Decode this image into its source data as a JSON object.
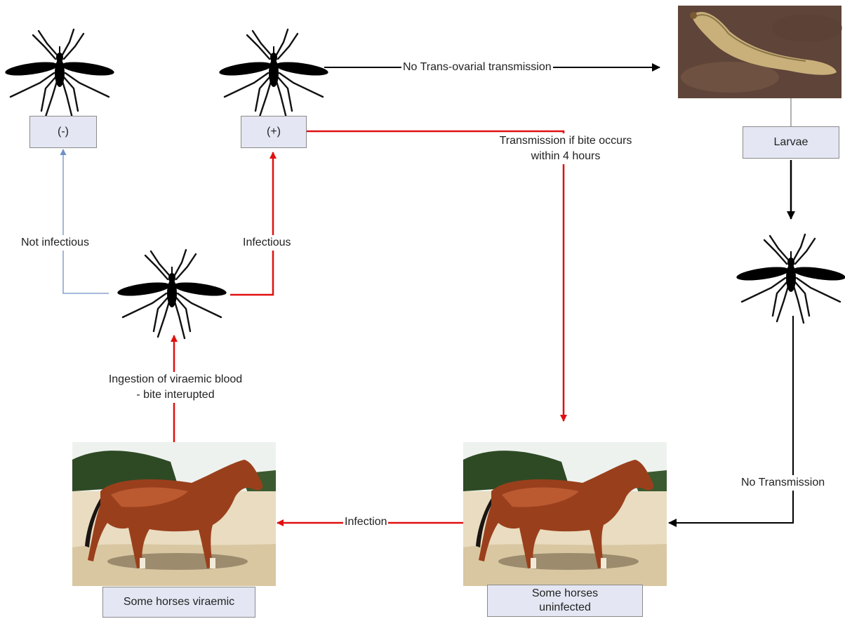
{
  "boxes": {
    "negative": "(-)",
    "positive": "(+)",
    "larvae": "Larvae",
    "viraemic": "Some horses viraemic",
    "uninfected_line1": "Some horses",
    "uninfected_line2": "uninfected"
  },
  "edges": {
    "no_trans_ovarial": "No Trans-ovarial transmission",
    "transmission_4h_line1": "Transmission if bite occurs",
    "transmission_4h_line2": "within 4 hours",
    "not_infectious": "Not infectious",
    "infectious": "Infectious",
    "ingestion_line1": "Ingestion of viraemic blood",
    "ingestion_line2": "- bite interupted",
    "infection": "Infection",
    "no_transmission": "No Transmission"
  },
  "colors": {
    "red_path": "#e01010",
    "black_path": "#000000",
    "blue_path": "#6f8fc8",
    "box_fill": "#e4e7f3"
  },
  "icons": [
    "mosquito-icon",
    "larva-photo",
    "horse-photo"
  ]
}
